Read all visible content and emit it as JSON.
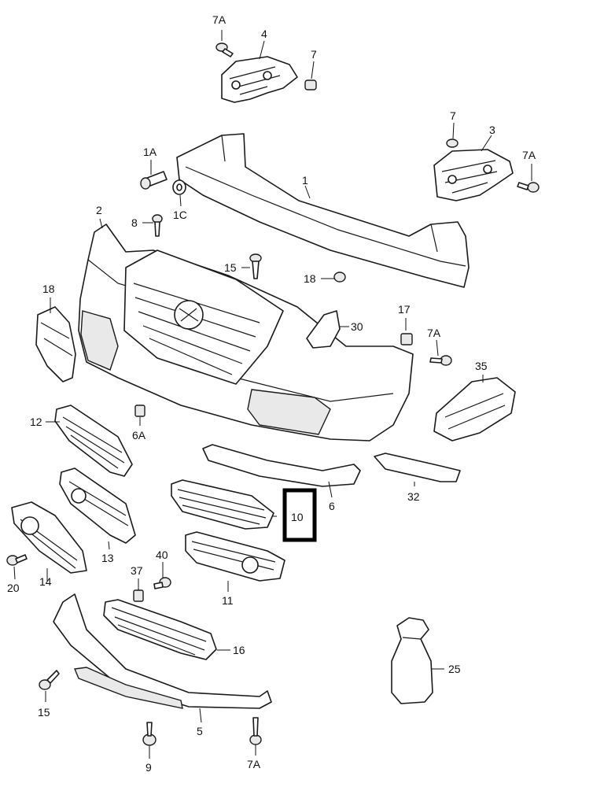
{
  "callouts": {
    "c7A_top": "7A",
    "c4": "4",
    "c7_top": "7",
    "c7_right": "7",
    "c3": "3",
    "c7A_right": "7A",
    "c1A": "1A",
    "c1": "1",
    "c2": "2",
    "c8": "8",
    "c1C": "1C",
    "c15_mid": "15",
    "c18_right": "18",
    "c18_left": "18",
    "c30": "30",
    "c17": "17",
    "c7A_mid": "7A",
    "c35": "35",
    "c12": "12",
    "c6A": "6A",
    "c6": "6",
    "c32": "32",
    "c10": "10",
    "c13": "13",
    "c20": "20",
    "c14": "14",
    "c37": "37",
    "c40": "40",
    "c11": "11",
    "c16": "16",
    "c25": "25",
    "c15_bottom": "15",
    "c5": "5",
    "c9": "9",
    "c7A_bottom": "7A"
  }
}
